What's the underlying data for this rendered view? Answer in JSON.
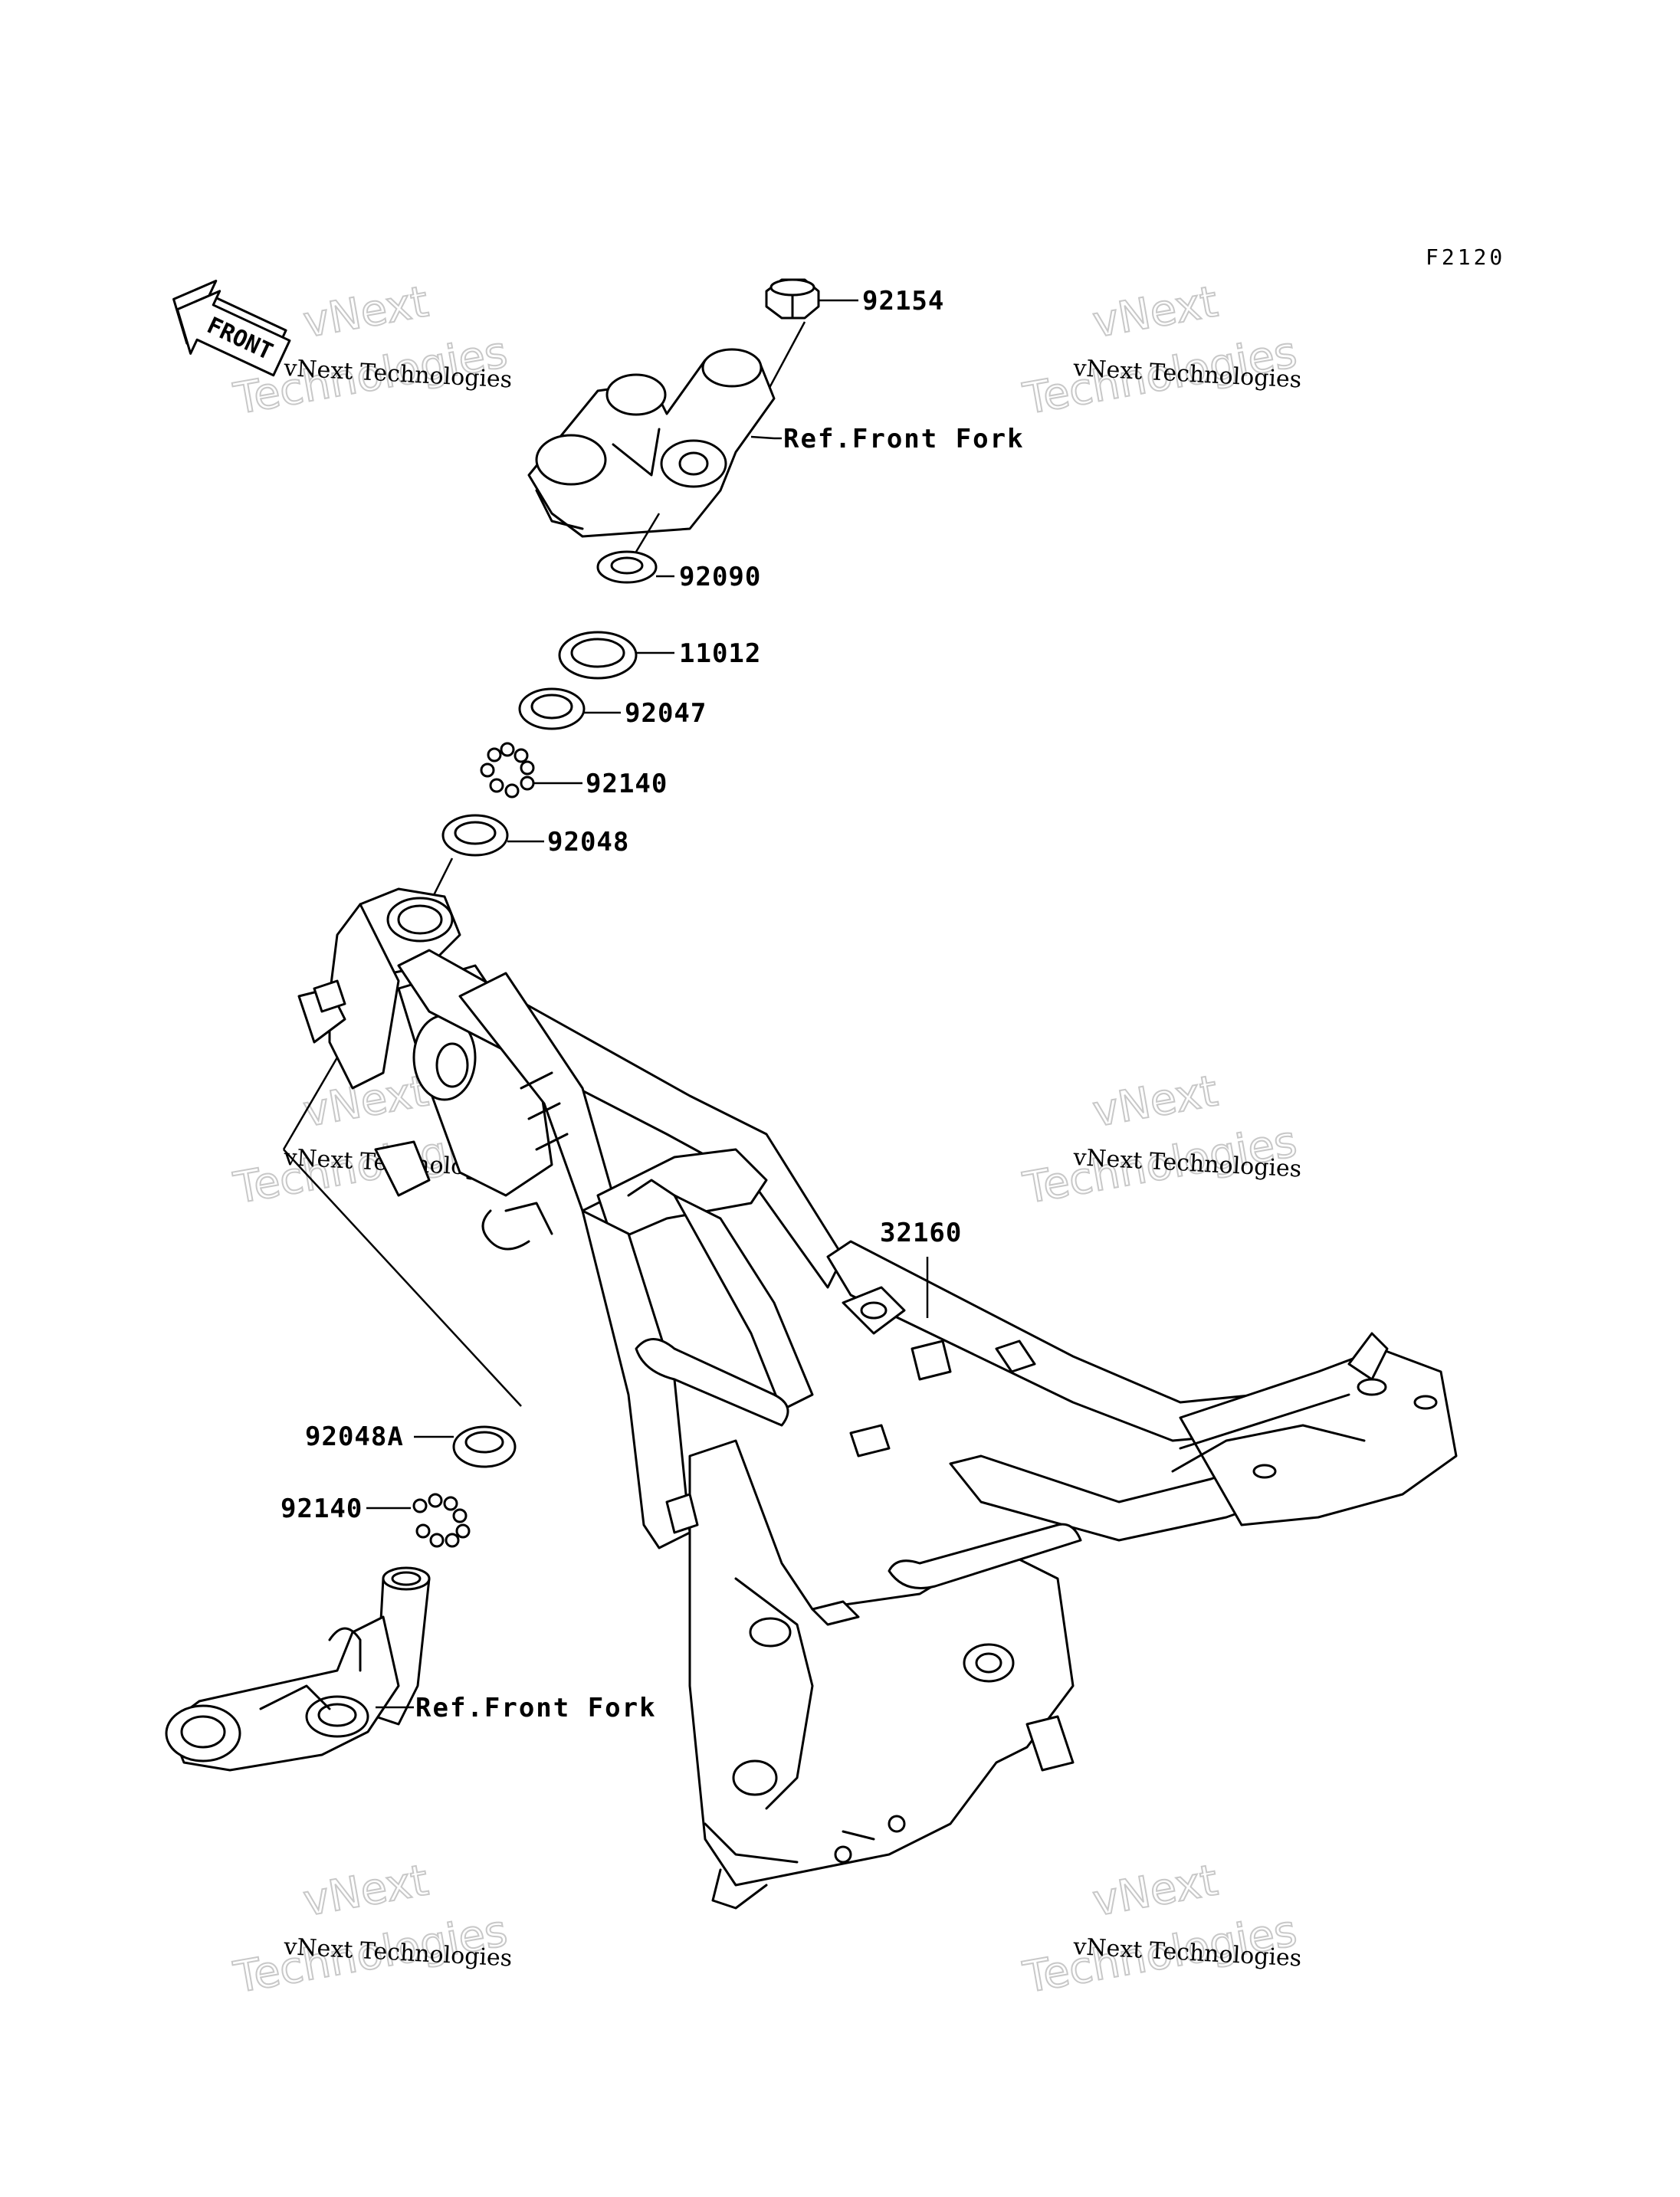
{
  "diagram_code": "F2120",
  "direction_arrow": {
    "label": "FRONT",
    "icon": "front-arrow-icon"
  },
  "parts": [
    {
      "id": "p92154",
      "number": "92154"
    },
    {
      "id": "pref1",
      "number": "Ref.Front Fork"
    },
    {
      "id": "p92090",
      "number": "92090"
    },
    {
      "id": "p11012",
      "number": "11012"
    },
    {
      "id": "p92047",
      "number": "92047"
    },
    {
      "id": "p92140a",
      "number": "92140"
    },
    {
      "id": "p92048",
      "number": "92048"
    },
    {
      "id": "p32160",
      "number": "32160"
    },
    {
      "id": "p92048A",
      "number": "92048A"
    },
    {
      "id": "p92140b",
      "number": "92140"
    },
    {
      "id": "pref2",
      "number": "Ref.Front Fork"
    }
  ],
  "watermark": {
    "line1": "vNext Technologies",
    "line2": "vNext",
    "line3": "Technologies"
  },
  "colors": {
    "line": "#000000",
    "background": "#ffffff",
    "watermark_outline": "#c8c8c8"
  }
}
